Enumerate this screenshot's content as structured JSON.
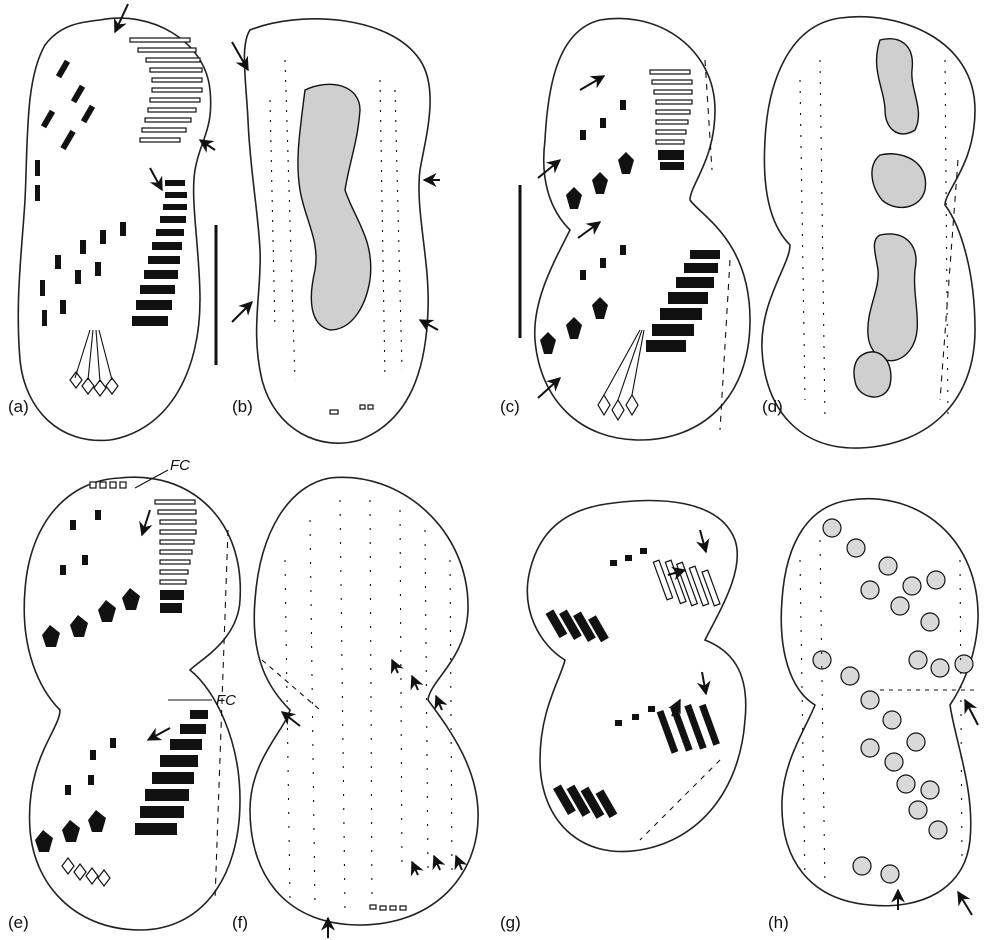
{
  "panels": [
    {
      "id": "a",
      "label": "(a)"
    },
    {
      "id": "b",
      "label": "(b)"
    },
    {
      "id": "c",
      "label": "(c)"
    },
    {
      "id": "d",
      "label": "(d)"
    },
    {
      "id": "e",
      "label": "(e)"
    },
    {
      "id": "f",
      "label": "(f)"
    },
    {
      "id": "g",
      "label": "(g)"
    },
    {
      "id": "h",
      "label": "(h)"
    }
  ],
  "annotations": {
    "fc_top": "FC",
    "fc_bottom": "FC"
  },
  "colors": {
    "ink": "#111111",
    "background": "#ffffff",
    "nucleus_fill": "#cfcfcf"
  }
}
